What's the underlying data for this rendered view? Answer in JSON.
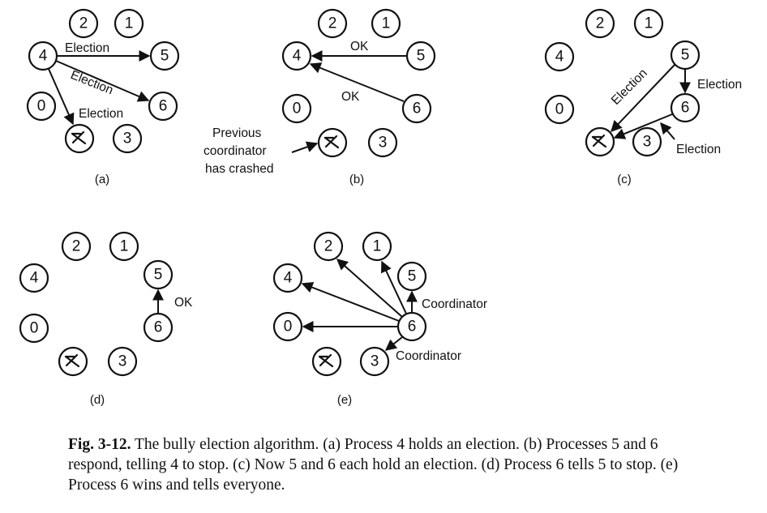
{
  "panels": [
    {
      "id": "a",
      "label": "(a)",
      "nodes": [
        "2",
        "1",
        "4",
        "5",
        "0",
        "6",
        "3"
      ],
      "crashed_label": "",
      "messages": [
        "Election",
        "Election",
        "Election"
      ]
    },
    {
      "id": "b",
      "label": "(b)",
      "nodes": [
        "2",
        "1",
        "4",
        "5",
        "0",
        "6",
        "3"
      ],
      "crashed_label": "",
      "messages": [
        "OK",
        "OK"
      ],
      "annotation": [
        "Previous",
        "coordinator",
        "has crashed"
      ]
    },
    {
      "id": "c",
      "label": "(c)",
      "nodes": [
        "2",
        "1",
        "4",
        "5",
        "0",
        "6",
        "3"
      ],
      "crashed_label": "",
      "messages": [
        "Election",
        "Election",
        "Election"
      ]
    },
    {
      "id": "d",
      "label": "(d)",
      "nodes": [
        "2",
        "1",
        "4",
        "5",
        "0",
        "6",
        "3"
      ],
      "crashed_label": "",
      "messages": [
        "OK"
      ]
    },
    {
      "id": "e",
      "label": "(e)",
      "nodes": [
        "2",
        "1",
        "4",
        "5",
        "0",
        "6",
        "3"
      ],
      "crashed_label": "",
      "messages": [
        "Coordinator",
        "Coordinator"
      ]
    }
  ],
  "caption": {
    "fig": "Fig. 3-12.",
    "text": " The bully election algorithm. (a) Process 4 holds an election. (b) Processes 5 and 6 respond, telling 4 to stop. (c) Now 5 and 6 each hold an election. (d) Process 6 tells 5 to stop. (e) Process 6 wins and tells everyone."
  }
}
